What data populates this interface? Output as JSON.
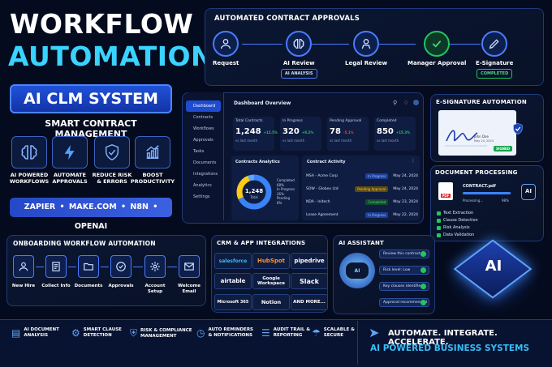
{
  "hero": {
    "line1": "WORKFLOW",
    "line2": "AUTOMATION",
    "badge": "AI CLM SYSTEM",
    "subtitle": "SMART CONTRACT MANAGEMENT"
  },
  "features": [
    {
      "icon": "brain-icon",
      "label1": "AI POWERED",
      "label2": "WORKFLOWS"
    },
    {
      "icon": "lightning-icon",
      "label1": "AUTOMATE",
      "label2": "APPROVALS"
    },
    {
      "icon": "shield-check-icon",
      "label1": "REDUCE RISK",
      "label2": "& ERRORS"
    },
    {
      "icon": "growth-chart-icon",
      "label1": "BOOST",
      "label2": "PRODUCTIVITY"
    }
  ],
  "tools_bar": "ZAPIER • MAKE.COM • N8N • OPENAI",
  "approvals": {
    "title": "AUTOMATED CONTRACT APPROVALS",
    "steps": [
      "Request",
      "AI Review",
      "Legal Review",
      "Manager Approval",
      "E-Signature"
    ],
    "ai_chip": "AI ANALYSIS",
    "done_chip": "COMPLETED"
  },
  "dashboard": {
    "title": "Dashboard Overview",
    "nav": [
      "Dashboard",
      "Contracts",
      "Workflows",
      "Approvals",
      "Tasks",
      "Documents",
      "Integrations",
      "Analytics",
      "Settings"
    ],
    "kpis": [
      {
        "label": "Total Contracts",
        "value": "1,248",
        "delta": "+12.5%",
        "foot": "vs last month",
        "color": "#22c55e"
      },
      {
        "label": "In Progress",
        "value": "320",
        "delta": "+8.2%",
        "foot": "vs last month",
        "color": "#22c55e"
      },
      {
        "label": "Pending Approval",
        "value": "78",
        "delta": "-5.1%",
        "foot": "vs last month",
        "color": "#ef4444"
      },
      {
        "label": "Completed",
        "value": "850",
        "delta": "+15.3%",
        "foot": "vs last month",
        "color": "#22c55e"
      }
    ],
    "analytics": {
      "title": "Contracts Analytics",
      "total": "1,248",
      "total_label": "Total",
      "legend": [
        {
          "name": "Completed",
          "pct": "68%"
        },
        {
          "name": "In Progress",
          "pct": "26%"
        },
        {
          "name": "Pending",
          "pct": "6%"
        }
      ]
    },
    "activity": {
      "title": "Contract Activity",
      "rows": [
        {
          "name": "MSA - Acme Corp",
          "status": "In Progress",
          "date": "May 24, 2024",
          "bg": "#1d3f9a",
          "fg": "#9cc0ff"
        },
        {
          "name": "SOW - Globex Ltd",
          "status": "Pending Approval",
          "date": "May 24, 2024",
          "bg": "#5a4a10",
          "fg": "#f5c542"
        },
        {
          "name": "NDA - Initech",
          "status": "Completed",
          "date": "May 23, 2024",
          "bg": "#124a2c",
          "fg": "#4ade80"
        },
        {
          "name": "Lease Agreement",
          "status": "In Progress",
          "date": "May 22, 2024",
          "bg": "#1d3f9a",
          "fg": "#9cc0ff"
        }
      ]
    }
  },
  "chart_data": {
    "type": "pie",
    "title": "Contracts Analytics",
    "categories": [
      "Completed",
      "In Progress",
      "Pending"
    ],
    "values": [
      68,
      26,
      6
    ],
    "colors": [
      "#3b82f6",
      "#facc15",
      "#60a5fa"
    ]
  },
  "esign": {
    "title": "E-SIGNATURE AUTOMATION",
    "signer": "John Doe",
    "date": "May 24, 2024",
    "stamp": "SIGNED"
  },
  "docproc": {
    "title": "DOCUMENT PROCESSING",
    "file": "CONTRACT.pdf",
    "status": "Processing...",
    "pct": "98%",
    "progress": 0.98,
    "file_type": "PDF",
    "ai_tag": "AI",
    "items": [
      "Text Extraction",
      "Clause Detection",
      "Risk Analysis",
      "Data Validation"
    ]
  },
  "onboarding": {
    "title": "ONBOARDING WORKFLOW AUTOMATION",
    "steps": [
      {
        "l1": "New Hire",
        "l2": ""
      },
      {
        "l1": "Collect Info",
        "l2": ""
      },
      {
        "l1": "Documents",
        "l2": ""
      },
      {
        "l1": "Approvals",
        "l2": ""
      },
      {
        "l1": "Account",
        "l2": "Setup"
      },
      {
        "l1": "Welcome",
        "l2": "Email"
      }
    ]
  },
  "integrations": {
    "title": "CRM & APP INTEGRATIONS",
    "apps": [
      "salesforce",
      "HubSpot",
      "pipedrive",
      "airtable",
      "Google Workspace",
      "Slack",
      "Microsoft 365",
      "Notion",
      "AND MORE..."
    ]
  },
  "assistant": {
    "title": "AI ASSISTANT",
    "bot_face": "AI",
    "items": [
      "Review this contract",
      "Risk level: Low",
      "Key clauses identified",
      "Approval recommended"
    ]
  },
  "chip_label": "AI",
  "bottom": [
    {
      "l1": "AI DOCUMENT",
      "l2": "ANALYSIS"
    },
    {
      "l1": "SMART CLAUSE",
      "l2": "DETECTION"
    },
    {
      "l1": "RISK & COMPLIANCE",
      "l2": "MANAGEMENT"
    },
    {
      "l1": "AUTO REMINDERS",
      "l2": "& NOTIFICATIONS"
    },
    {
      "l1": "AUDIT TRAIL &",
      "l2": "REPORTING"
    },
    {
      "l1": "SCALABLE &",
      "l2": "SECURE"
    }
  ],
  "tagline": {
    "line1": "AUTOMATE. INTEGRATE. ACCELERATE.",
    "line2": "AI POWERED BUSINESS SYSTEMS"
  }
}
